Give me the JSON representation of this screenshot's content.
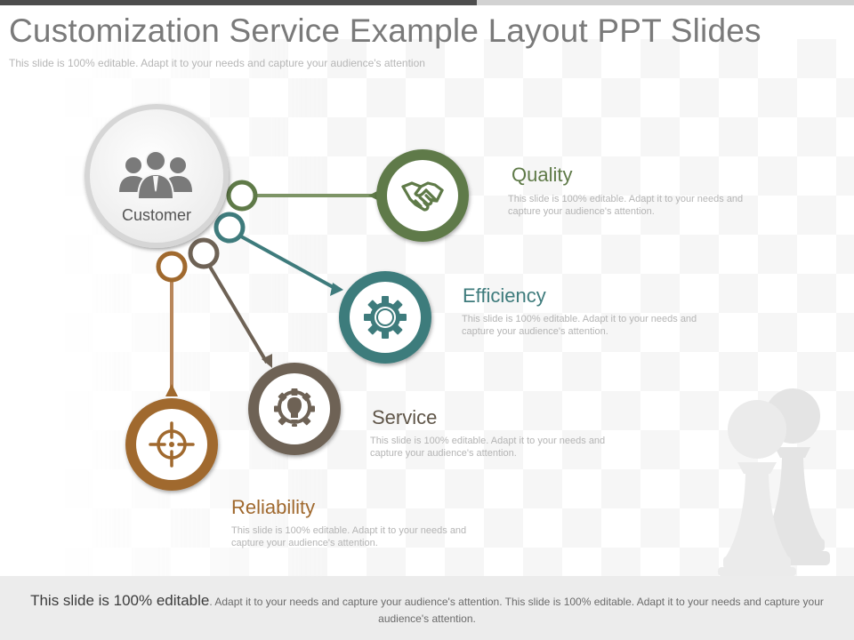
{
  "slide": {
    "title": "Customization Service Example Layout PPT Slides",
    "subtitle": "This slide is 100% editable. Adapt it to your needs and capture your audience's attention"
  },
  "hub": {
    "label": "Customer",
    "icon": "people-group-icon"
  },
  "items": [
    {
      "title": "Quality",
      "description": "This slide is 100% editable. Adapt it to your needs and capture your audience's attention.",
      "color": "#5f7a48",
      "icon": "handshake-icon"
    },
    {
      "title": "Efficiency",
      "description": "This slide is 100% editable. Adapt it to your needs and capture your audience's attention.",
      "color": "#3e7b7c",
      "icon": "gear-icon"
    },
    {
      "title": "Service",
      "description": "This slide is 100% editable. Adapt it to your needs and capture your audience's attention.",
      "color": "#6e6255",
      "icon": "lightbulb-gear-icon"
    },
    {
      "title": "Reliability",
      "description": "This slide is 100% editable. Adapt it to your needs and capture your audience's attention.",
      "color": "#a0692e",
      "icon": "crosshair-target-icon"
    }
  ],
  "footer": {
    "lead": "This slide is 100% editable",
    "rest": ". Adapt it to your needs and capture your audience's attention. This slide is 100% editable. Adapt it to your needs and capture your audience's attention."
  },
  "decoration": {
    "icon": "chess-pawns-icon"
  }
}
